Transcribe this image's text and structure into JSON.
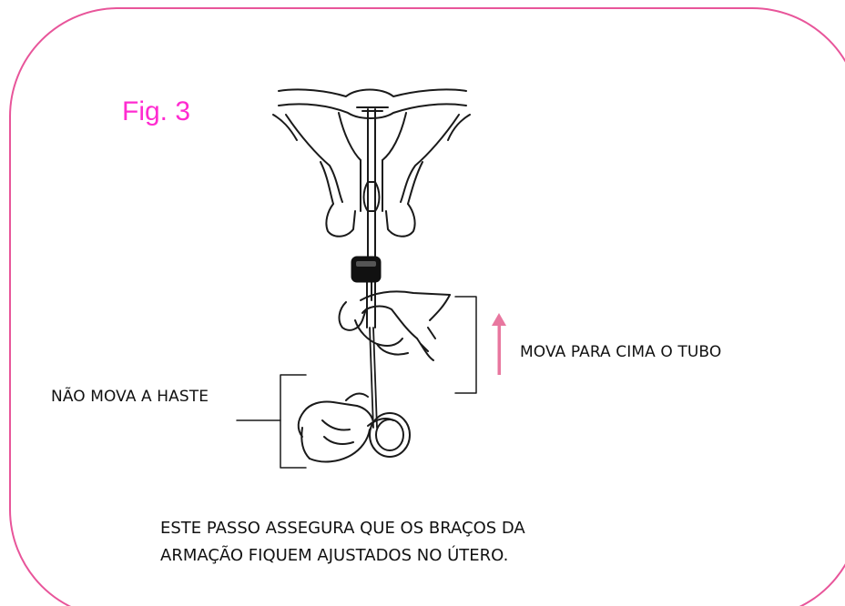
{
  "figure": {
    "label": "Fig. 3",
    "label_color": "#ff2bd0",
    "frame_color": "#e8559a",
    "arrow_color": "#e8779f"
  },
  "annotations": {
    "move_tube_up": "MOVA PARA CIMA O TUBO",
    "do_not_move_rod": "NÃO MOVA A HASTE"
  },
  "caption": {
    "line1": "ESTE PASSO ASSEGURA QUE OS BRAÇOS DA",
    "line2": "ARMAÇÃO FIQUEM AJUSTADOS NO ÚTERO."
  }
}
